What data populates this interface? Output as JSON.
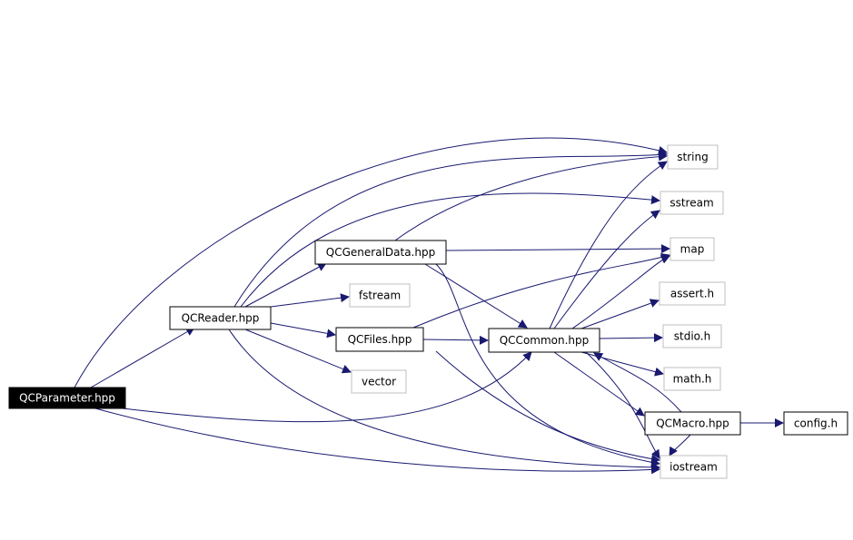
{
  "colors": {
    "edge": "#191970",
    "node_border": "#000000",
    "system_node_border": "#bfbfbf",
    "root_fill": "#000000",
    "root_text": "#ffffff",
    "node_fill": "#ffffff",
    "node_text": "#000000"
  },
  "nodes": [
    {
      "id": "qcparameter",
      "label": "QCParameter.hpp",
      "kind": "root"
    },
    {
      "id": "qcreader",
      "label": "QCReader.hpp",
      "kind": "header"
    },
    {
      "id": "qcgeneraldata",
      "label": "QCGeneralData.hpp",
      "kind": "header"
    },
    {
      "id": "qcfiles",
      "label": "QCFiles.hpp",
      "kind": "header"
    },
    {
      "id": "qccommon",
      "label": "QCCommon.hpp",
      "kind": "header"
    },
    {
      "id": "qcmacro",
      "label": "QCMacro.hpp",
      "kind": "header"
    },
    {
      "id": "config",
      "label": "config.h",
      "kind": "header"
    },
    {
      "id": "fstream",
      "label": "fstream",
      "kind": "system"
    },
    {
      "id": "vector",
      "label": "vector",
      "kind": "system"
    },
    {
      "id": "string",
      "label": "string",
      "kind": "system"
    },
    {
      "id": "sstream",
      "label": "sstream",
      "kind": "system"
    },
    {
      "id": "map",
      "label": "map",
      "kind": "system"
    },
    {
      "id": "assert",
      "label": "assert.h",
      "kind": "system"
    },
    {
      "id": "stdio",
      "label": "stdio.h",
      "kind": "system"
    },
    {
      "id": "math",
      "label": "math.h",
      "kind": "system"
    },
    {
      "id": "iostream",
      "label": "iostream",
      "kind": "system"
    }
  ],
  "edges": [
    {
      "from": "qcparameter",
      "to": "string"
    },
    {
      "from": "qcparameter",
      "to": "qcreader"
    },
    {
      "from": "qcparameter",
      "to": "qccommon"
    },
    {
      "from": "qcparameter",
      "to": "iostream"
    },
    {
      "from": "qcreader",
      "to": "string"
    },
    {
      "from": "qcreader",
      "to": "sstream"
    },
    {
      "from": "qcreader",
      "to": "qcgeneraldata"
    },
    {
      "from": "qcreader",
      "to": "fstream"
    },
    {
      "from": "qcreader",
      "to": "qcfiles"
    },
    {
      "from": "qcreader",
      "to": "vector"
    },
    {
      "from": "qcreader",
      "to": "iostream"
    },
    {
      "from": "qcgeneraldata",
      "to": "string"
    },
    {
      "from": "qcgeneraldata",
      "to": "map"
    },
    {
      "from": "qcgeneraldata",
      "to": "qccommon"
    },
    {
      "from": "qcgeneraldata",
      "to": "iostream"
    },
    {
      "from": "qcfiles",
      "to": "map"
    },
    {
      "from": "qcfiles",
      "to": "qccommon"
    },
    {
      "from": "qcfiles",
      "to": "iostream"
    },
    {
      "from": "qccommon",
      "to": "string"
    },
    {
      "from": "qccommon",
      "to": "sstream"
    },
    {
      "from": "qccommon",
      "to": "map"
    },
    {
      "from": "qccommon",
      "to": "assert"
    },
    {
      "from": "qccommon",
      "to": "stdio"
    },
    {
      "from": "qccommon",
      "to": "math"
    },
    {
      "from": "qccommon",
      "to": "qcmacro"
    },
    {
      "from": "qccommon",
      "to": "iostream"
    },
    {
      "from": "qcmacro",
      "to": "qccommon"
    },
    {
      "from": "qcmacro",
      "to": "config"
    },
    {
      "from": "qcmacro",
      "to": "iostream"
    }
  ]
}
